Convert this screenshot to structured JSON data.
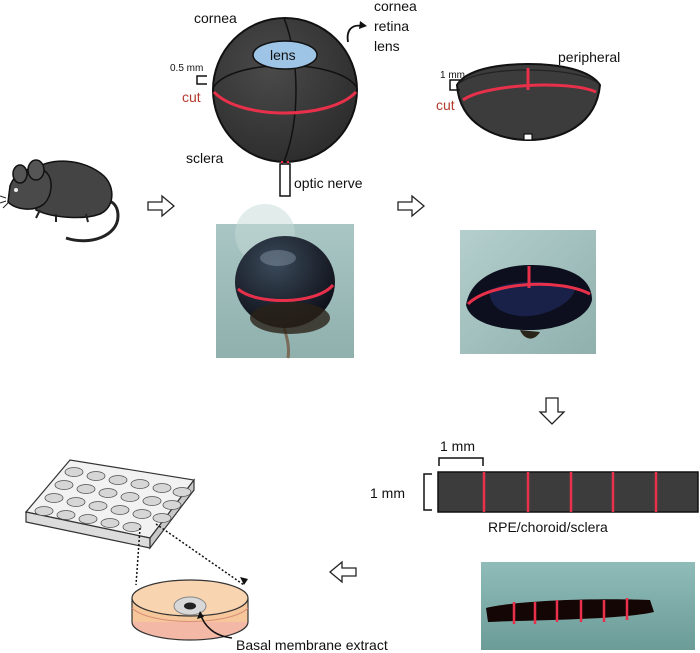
{
  "eye_diagram": {
    "label_cornea": "cornea",
    "label_lens": "lens",
    "label_scale": "0.5 mm",
    "label_cut": "cut",
    "label_sclera": "sclera",
    "label_optic_nerve": "optic nerve",
    "removed_parts": [
      "cornea",
      "retina",
      "lens"
    ]
  },
  "eyecup_diagram": {
    "label_scale": "1 mm",
    "label_cut": "cut",
    "label_peripheral": "peripheral"
  },
  "strip_diagram": {
    "label_width_scale": "1 mm",
    "label_height_scale": "1 mm",
    "label_tissue": "RPE/choroid/sclera",
    "segments": 6
  },
  "culture_diagram": {
    "label_matrix": "Basal membrane extract"
  },
  "colors": {
    "cut_line": "#e8304a",
    "cut_label": "#b23a2e",
    "eye_fill": "#3c3c3c",
    "lens_fill": "#9ec4e6",
    "dish_fill": "#f6c79a",
    "photo_bg": "#9fbcbc"
  }
}
